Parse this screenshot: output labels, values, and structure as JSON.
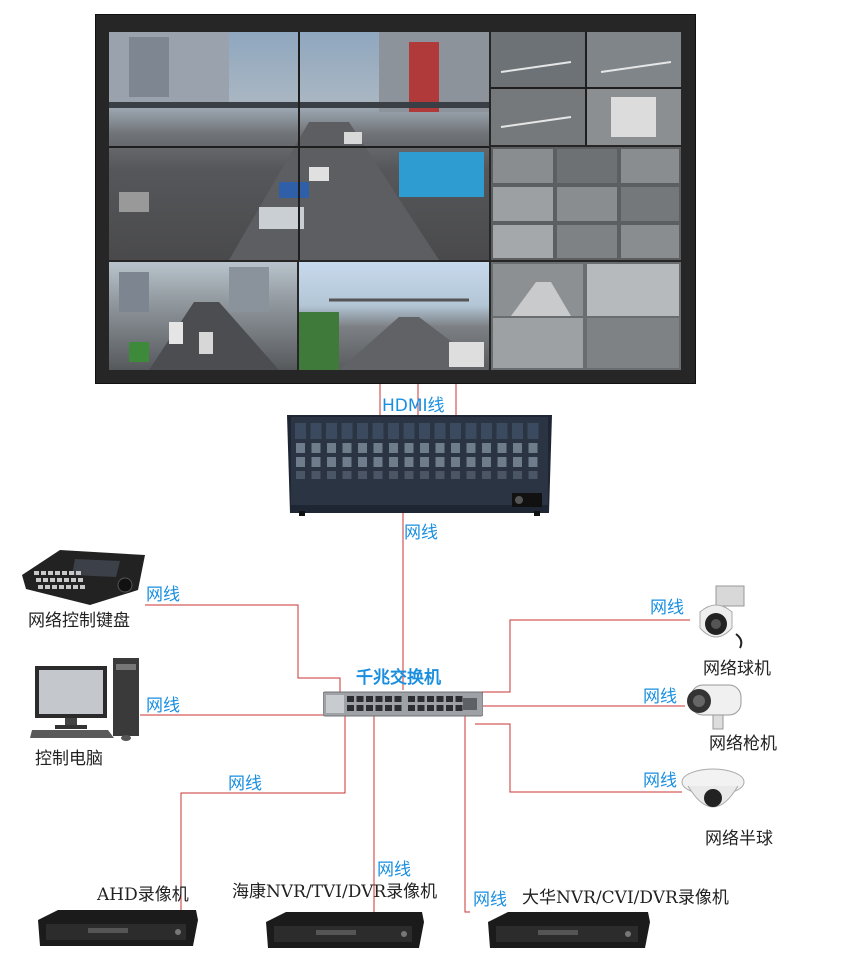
{
  "video_wall": {
    "screens": 9
  },
  "labels": {
    "hdmi": "HDMI线",
    "net_decoder": "网线",
    "net_keyboard": "网线",
    "net_pc": "网线",
    "net_ahd": "网线",
    "net_hik": "网线",
    "net_dahua": "网线",
    "net_dome": "网线",
    "net_bullet": "网线",
    "net_halfdome": "网线",
    "switch": "千兆交换机",
    "keyboard": "网络控制键盘",
    "pc": "控制电脑",
    "dome_cam": "网络球机",
    "bullet_cam": "网络枪机",
    "half_dome": "网络半球",
    "ahd_dvr": "AHD录像机",
    "hik_dvr": "海康NVR/TVI/DVR录像机",
    "dahua_dvr": "大华NVR/CVI/DVR录像机"
  },
  "colors": {
    "wire": "#cc3333",
    "label": "#1a8fe0",
    "text": "#222222"
  },
  "icons": [
    "video-wall",
    "decoder",
    "switch",
    "keyboard",
    "pc",
    "ptz-camera",
    "bullet-camera",
    "dome-camera",
    "dvr"
  ]
}
